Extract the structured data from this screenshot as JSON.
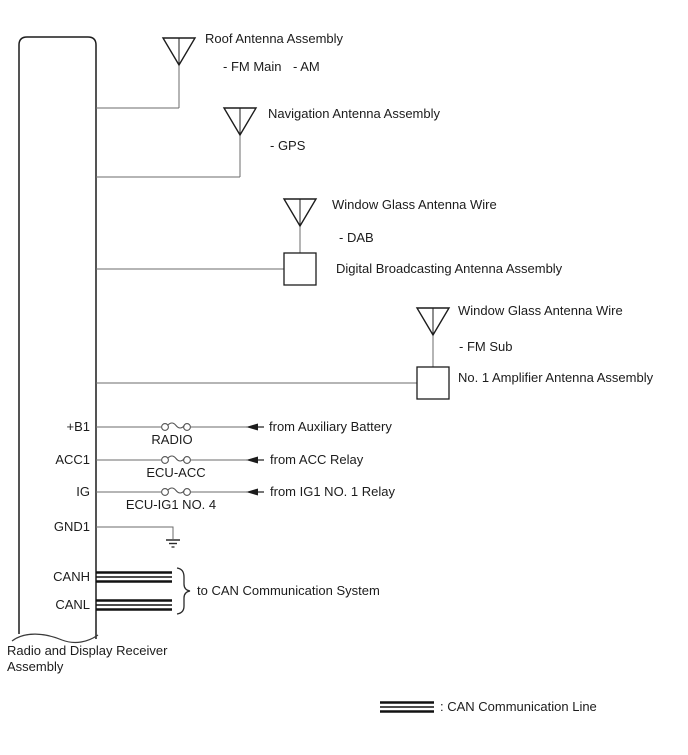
{
  "colors": {
    "wire": "#6b6b6b",
    "ink": "#1c1c1c"
  },
  "ecu": {
    "caption_line1": "Radio and Display Receiver",
    "caption_line2": "Assembly",
    "pins": {
      "b1": "+B1",
      "acc1": "ACC1",
      "ig": "IG",
      "gnd1": "GND1",
      "canh": "CANH",
      "canl": "CANL"
    }
  },
  "antennas": {
    "roof": {
      "label": "Roof Antenna Assembly",
      "signal_fm": "- FM Main",
      "signal_am": "- AM"
    },
    "navigation": {
      "label": "Navigation Antenna Assembly",
      "signal_gps": "- GPS"
    },
    "dab": {
      "label": "Window Glass Antenna Wire",
      "signal_dab": "- DAB",
      "box_label": "Digital Broadcasting Antenna Assembly"
    },
    "fm_sub": {
      "label": "Window Glass Antenna Wire",
      "signal_fm_sub": "- FM Sub",
      "box_label": "No. 1 Amplifier Antenna Assembly"
    }
  },
  "power": {
    "b1": {
      "fuse": "RADIO",
      "source": "from Auxiliary Battery"
    },
    "acc1": {
      "fuse": "ECU-ACC",
      "source": "from ACC Relay"
    },
    "ig": {
      "fuse": "ECU-IG1 NO. 4",
      "source": "from IG1 NO. 1 Relay"
    }
  },
  "can": {
    "destination": "to CAN Communication System"
  },
  "legend": {
    "can_line": ": CAN Communication Line"
  }
}
